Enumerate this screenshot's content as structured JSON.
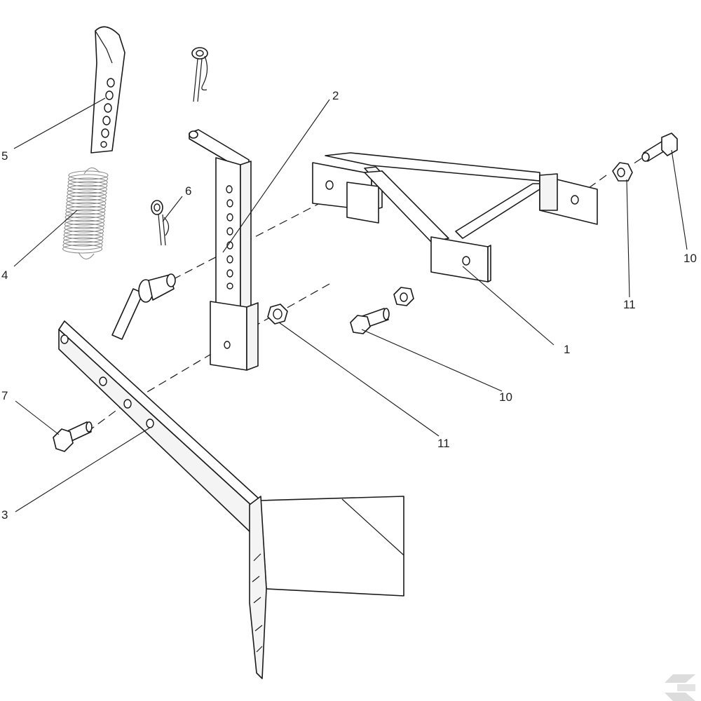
{
  "labels": {
    "part_1": "1",
    "part_2": "2",
    "part_3": "3",
    "part_4": "4",
    "part_5": "5",
    "part_6": "6",
    "part_7": "7",
    "part_10_right": "10",
    "part_10_center": "10",
    "part_11_right": "11",
    "part_11_center": "11"
  },
  "watermark": "K",
  "colors": {
    "line": "#1a1a1a",
    "spring": "#8a8a8a",
    "watermark": "#d9d9d9"
  }
}
